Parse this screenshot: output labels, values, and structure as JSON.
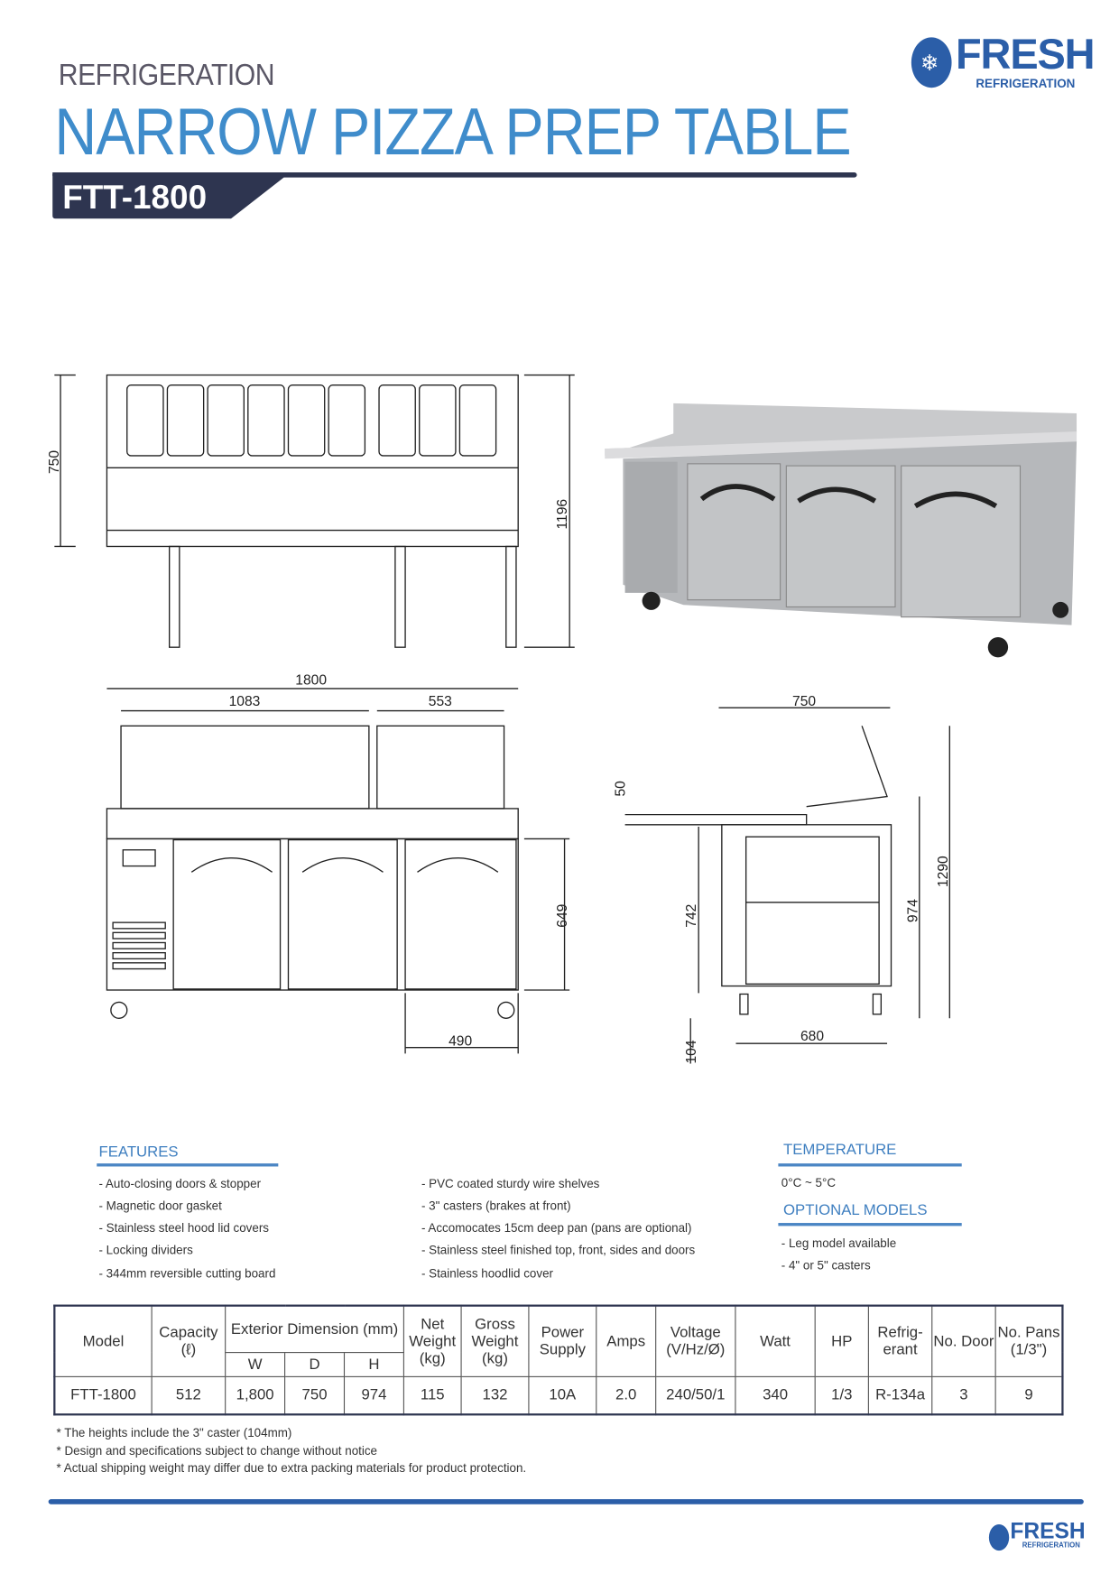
{
  "header": {
    "category": "REFRIGERATION",
    "title": "NARROW PIZZA PREP TABLE",
    "model": "FTT-1800"
  },
  "logo": {
    "brand": "FRESH",
    "sub": "REFRIGERATION"
  },
  "drawings": {
    "top_view": {
      "height": "750",
      "total_height": "1196"
    },
    "front_view": {
      "width": "1800",
      "left": "1083",
      "right": "553",
      "body_height": "649",
      "depth": "490"
    },
    "side_view": {
      "width": "750",
      "lid": "50",
      "h1": "742",
      "h2": "974",
      "h3": "1290",
      "base": "680",
      "caster": "104"
    }
  },
  "features": {
    "heading": "FEATURES",
    "col1": [
      "- Auto-closing doors & stopper",
      "- Magnetic door gasket",
      "- Stainless steel hood lid covers",
      "- Locking dividers",
      "- 344mm reversible cutting board"
    ],
    "col2": [
      "- PVC coated sturdy wire shelves",
      "- 3\" casters (brakes at front)",
      "- Accomocates 15cm deep pan (pans are optional)",
      "- Stainless steel finished top, front, sides and doors",
      "- Stainless hoodlid cover"
    ]
  },
  "temperature": {
    "heading": "TEMPERATURE",
    "value": "0°C ~ 5°C"
  },
  "optional": {
    "heading": "OPTIONAL MODELS",
    "items": [
      "- Leg model available",
      "- 4\" or 5\" casters"
    ]
  },
  "table": {
    "headers": {
      "model": "Model",
      "capacity": "Capacity (ℓ)",
      "ext": "Exterior Dimension (mm)",
      "w": "W",
      "d": "D",
      "h": "H",
      "net": "Net Weight (kg)",
      "gross": "Gross Weight (kg)",
      "power": "Power Supply",
      "amps": "Amps",
      "voltage": "Voltage (V/Hz/Ø)",
      "watt": "Watt",
      "hp": "HP",
      "refrig": "Refrig- erant",
      "door": "No. Door",
      "pans": "No. Pans (1/3\")"
    },
    "row": {
      "model": "FTT-1800",
      "capacity": "512",
      "w": "1,800",
      "d": "750",
      "h": "974",
      "net": "115",
      "gross": "132",
      "power": "10A",
      "amps": "2.0",
      "voltage": "240/50/1",
      "watt": "340",
      "hp": "1/3",
      "refrig": "R-134a",
      "door": "3",
      "pans": "9"
    }
  },
  "notes": [
    "* The heights include the 3\" caster (104mm)",
    "* Design and specifications subject to change without notice",
    "* Actual shipping weight may differ due to extra packing materials for product protection."
  ]
}
